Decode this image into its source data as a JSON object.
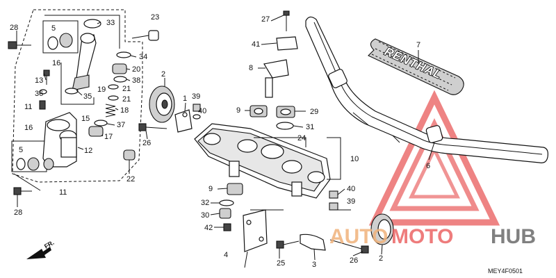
{
  "diagram": {
    "code": "MEY4F0501",
    "direction_label": "FR.",
    "grip_brand": "RENTHAL",
    "watermark": {
      "part_a": "AUTO",
      "part_b": "MOTO",
      "part_c": "HUB"
    },
    "labels": [
      {
        "id": "l28a",
        "text": "28"
      },
      {
        "id": "l5a",
        "text": "5"
      },
      {
        "id": "l16a",
        "text": "16"
      },
      {
        "id": "l33",
        "text": "33"
      },
      {
        "id": "l23",
        "text": "23"
      },
      {
        "id": "l34",
        "text": "34"
      },
      {
        "id": "l20",
        "text": "20"
      },
      {
        "id": "l13",
        "text": "13"
      },
      {
        "id": "l38",
        "text": "38"
      },
      {
        "id": "l19",
        "text": "19"
      },
      {
        "id": "l21a",
        "text": "21"
      },
      {
        "id": "l36",
        "text": "36"
      },
      {
        "id": "l35",
        "text": "35"
      },
      {
        "id": "l21b",
        "text": "21"
      },
      {
        "id": "l11a",
        "text": "11"
      },
      {
        "id": "l18",
        "text": "18"
      },
      {
        "id": "l15",
        "text": "15"
      },
      {
        "id": "l37",
        "text": "37"
      },
      {
        "id": "l16b",
        "text": "16"
      },
      {
        "id": "l17",
        "text": "17"
      },
      {
        "id": "l5b",
        "text": "5"
      },
      {
        "id": "l12",
        "text": "12"
      },
      {
        "id": "l22",
        "text": "22"
      },
      {
        "id": "l11b",
        "text": "11"
      },
      {
        "id": "l28b",
        "text": "28"
      },
      {
        "id": "l2a",
        "text": "2"
      },
      {
        "id": "l1",
        "text": "1"
      },
      {
        "id": "l39a",
        "text": "39"
      },
      {
        "id": "l40a",
        "text": "40"
      },
      {
        "id": "l26a",
        "text": "26"
      },
      {
        "id": "l27",
        "text": "27"
      },
      {
        "id": "l41",
        "text": "41"
      },
      {
        "id": "l8",
        "text": "8"
      },
      {
        "id": "l9a",
        "text": "9"
      },
      {
        "id": "l29",
        "text": "29"
      },
      {
        "id": "l31",
        "text": "31"
      },
      {
        "id": "l24",
        "text": "24"
      },
      {
        "id": "l10",
        "text": "10"
      },
      {
        "id": "l7",
        "text": "7"
      },
      {
        "id": "l6",
        "text": "6"
      },
      {
        "id": "l9b",
        "text": "9"
      },
      {
        "id": "l32",
        "text": "32"
      },
      {
        "id": "l30",
        "text": "30"
      },
      {
        "id": "l42",
        "text": "42"
      },
      {
        "id": "l40b",
        "text": "40"
      },
      {
        "id": "l39b",
        "text": "39"
      },
      {
        "id": "l4",
        "text": "4"
      },
      {
        "id": "l25",
        "text": "25"
      },
      {
        "id": "l3",
        "text": "3"
      },
      {
        "id": "l26b",
        "text": "26"
      },
      {
        "id": "l2b",
        "text": "2"
      }
    ]
  }
}
